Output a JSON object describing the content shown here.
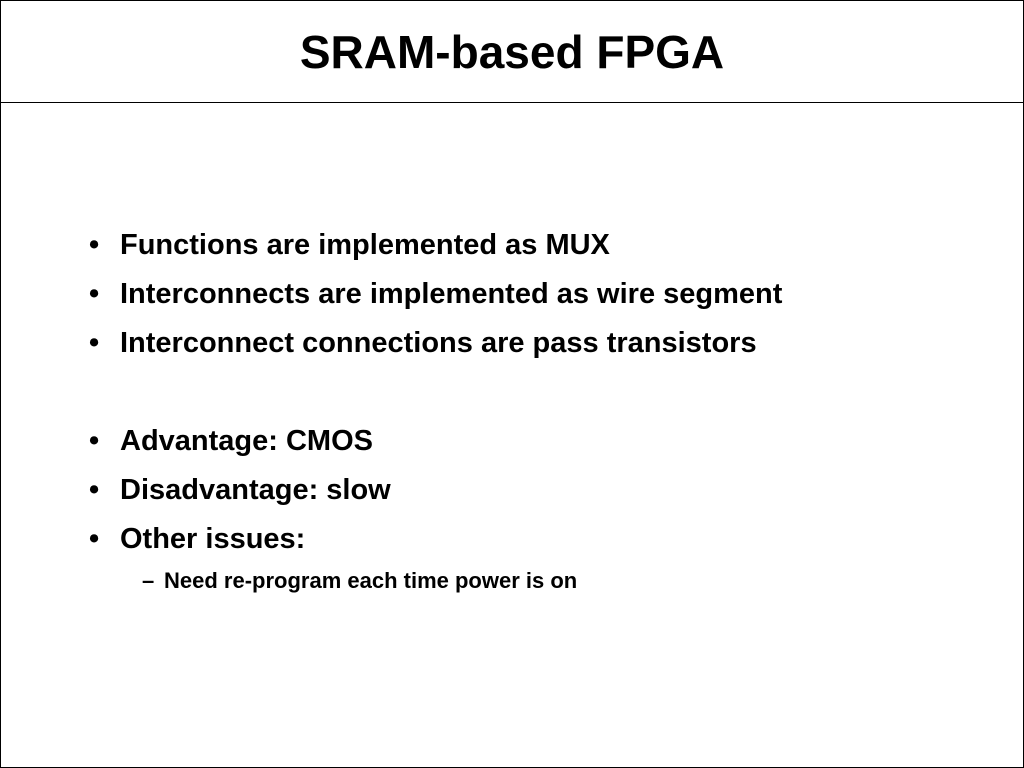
{
  "slide": {
    "title": "SRAM-based FPGA",
    "bullets": [
      "Functions are implemented as MUX",
      "Interconnects are implemented as wire segment",
      "Interconnect connections are pass transistors",
      "Advantage: CMOS",
      "Disadvantage: slow",
      "Other issues:"
    ],
    "sub_bullets": [
      "Need re-program each time power is on"
    ],
    "bullet_glyph": "•",
    "sub_bullet_glyph": "–"
  }
}
